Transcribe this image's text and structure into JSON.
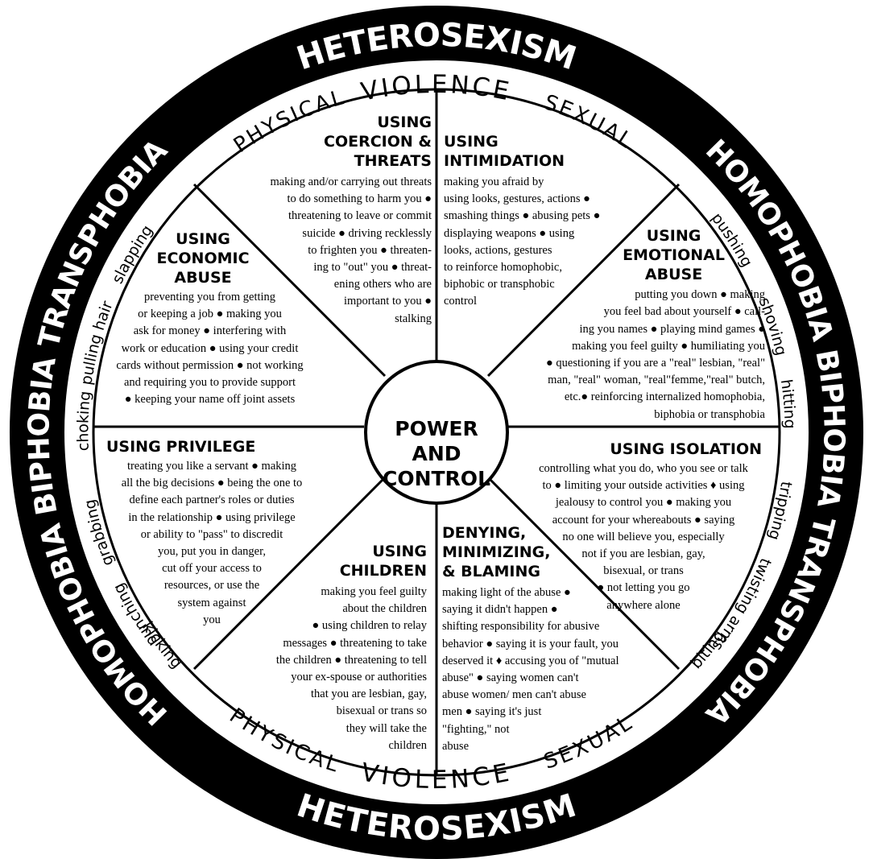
{
  "outer_ring": {
    "top": "HETEROSEXISM",
    "bottom": "HETEROSEXISM",
    "left": "HOMOPHOBIA  BIPHOBIA  TRANSPHOBIA",
    "right": "HOMOPHOBIA  BIPHOBIA  TRANSPHOBIA"
  },
  "violence_ring": {
    "top_violence": "VIOLENCE",
    "top_physical": "PHYSICAL",
    "top_sexual": "SEXUAL",
    "bottom_violence": "VIOLENCE",
    "bottom_physical": "PHYSICAL",
    "bottom_sexual": "SEXUAL",
    "acts": {
      "slapping": "slapping",
      "pulling_hair": "pulling hair",
      "choking": "choking",
      "pushing": "pushing",
      "shoving": "shoving",
      "hitting": "hitting",
      "grabbing": "grabbing",
      "punching": "punching",
      "kicking": "kicking",
      "tripping": "tripping",
      "twisting_arms": "twisting arms",
      "biting": "biting"
    }
  },
  "hub": {
    "text": "POWER\nAND\nCONTROL"
  },
  "sections": {
    "coercion": {
      "title": "USING\nCOERCION &\nTHREATS",
      "body": "making and/or carrying out threats\nto do something to harm you ●\nthreatening to leave or commit\nsuicide ● driving recklessly\nto frighten you ● threaten-\ning to \"out\" you ● threat-\nening others who are\nimportant to you ●\nstalking"
    },
    "intimidation": {
      "title": "USING\nINTIMIDATION",
      "body": "making you afraid by\nusing looks, gestures, actions ●\nsmashing things ● abusing pets ●\ndisplaying weapons ● using\nlooks, actions, gestures\nto reinforce homophobic,\nbiphobic or transphobic\ncontrol"
    },
    "economic": {
      "title": "USING\nECONOMIC\nABUSE",
      "body": "preventing you from getting\nor keeping a job ● making you\nask for money ● interfering with\nwork or education ● using your credit\ncards without permission ● not working\nand requiring you to provide support\n● keeping your name off joint assets"
    },
    "emotional": {
      "title": "USING\nEMOTIONAL\nABUSE",
      "body": "putting you down ● making\nyou feel bad about yourself ● call-\ning  you names ● playing mind games ●\nmaking you feel guilty ● humiliating you\n● questioning if you are a  \"real\" lesbian, \"real\"\nman, \"real\" woman, \"real\"femme,\"real\" butch,\netc.● reinforcing internalized homophobia,\nbiphobia or transphobia"
    },
    "privilege": {
      "title": "USING PRIVILEGE",
      "body": "treating you like a servant ● making\nall the big decisions ● being the one to\ndefine each partner's roles or duties\nin the relationship ● using privilege\nor ability to \"pass\" to discredit\nyou, put you in danger,\ncut off your access to\nresources, or use the\nsystem against\nyou"
    },
    "isolation": {
      "title": "USING ISOLATION",
      "body": "controlling what you do, who you see  or talk\nto ● limiting your outside activities ♦ using\njealousy to control you ● making you\naccount for your whereabouts ● saying\nno one will believe you, especially\nnot if you are lesbian, gay,\nbisexual,  or  trans\n● not letting you go\nanywhere alone"
    },
    "children": {
      "title": "USING\nCHILDREN",
      "body": "making you feel guilty\nabout the children\n● using children to relay\nmessages ● threatening to take\nthe children ● threatening to tell\nyour ex-spouse or authorities\nthat you are lesbian, gay,\nbisexual or trans so\nthey will take the\nchildren"
    },
    "denying": {
      "title": "DENYING,\nMINIMIZING,\n& BLAMING",
      "body": "making light of the abuse ●\nsaying it didn't happen ●\nshifting responsibility for abusive\nbehavior ● saying it is your fault, you\ndeserved it ♦ accusing you of \"mutual\nabuse\" ● saying women can't\nabuse women/ men can't abuse\nmen ● saying it's just\n\"fighting,\" not\nabuse"
    }
  }
}
